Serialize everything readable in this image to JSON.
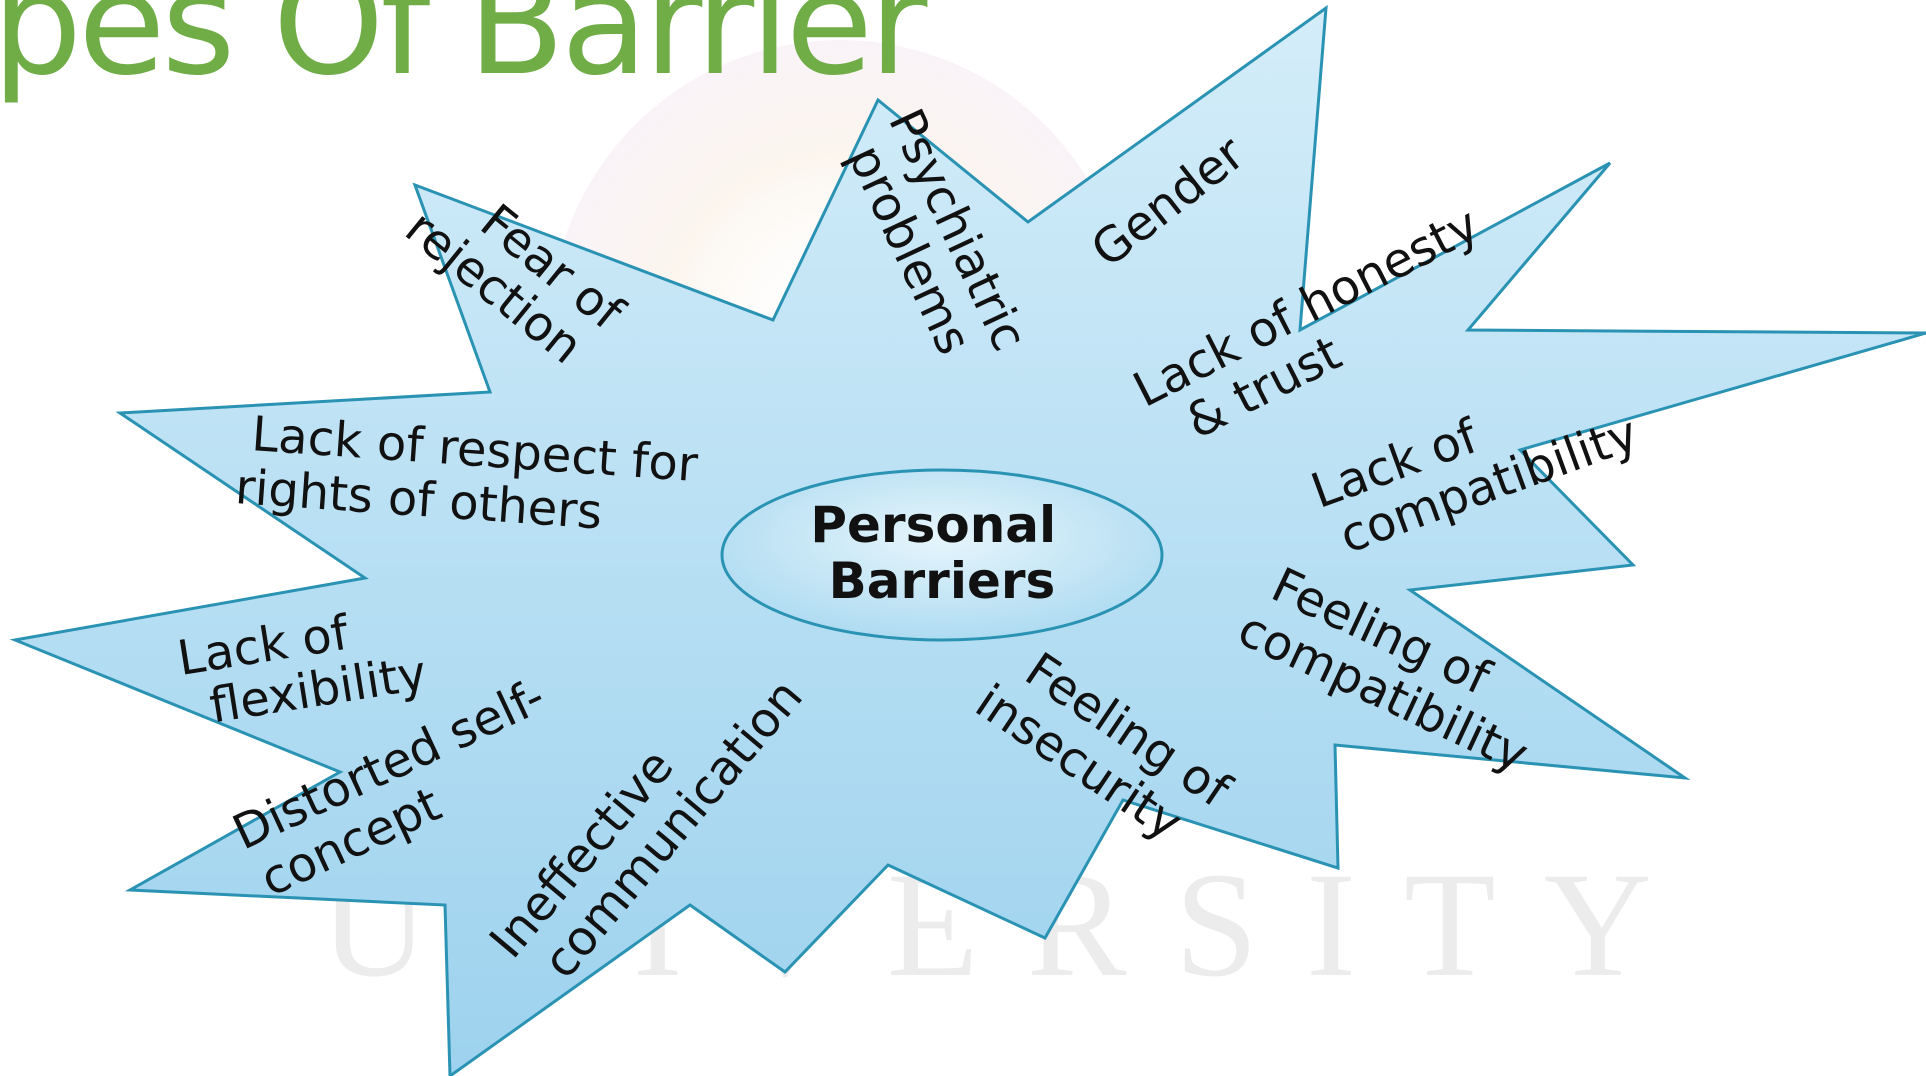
{
  "slide": {
    "title": "pes Of Barrier"
  },
  "colors": {
    "title": "#70ad47",
    "starFillTop": "#d4edf9",
    "starFillBottom": "#9dd2ee",
    "starStroke": "#2a93b3",
    "ellipseFill": "#bfe4f6",
    "ellipseStroke": "#2a93b3"
  },
  "watermark": {
    "icon": "logo-watermark-icon",
    "word": "UNIVERSITY"
  },
  "diagram": {
    "center": {
      "line1": "Personal",
      "line2": "Barriers"
    },
    "barriers": [
      {
        "line1": "Fear of",
        "line2": "rejection"
      },
      {
        "line1": "Psychiatric",
        "line2": "problems"
      },
      {
        "line1": "Gender"
      },
      {
        "line1": "Lack of honesty",
        "line2": "& trust"
      },
      {
        "line1": "Lack of",
        "line2": "compatibility"
      },
      {
        "line1": "Lack of respect for",
        "line2": "rights of others"
      },
      {
        "line1": "Lack of",
        "line2": "flexibility"
      },
      {
        "line1": "Distorted self-",
        "line2": "concept"
      },
      {
        "line1": "Ineffective",
        "line2": "communication"
      },
      {
        "line1": "Feeling of",
        "line2": "insecurity"
      },
      {
        "line1": "Feeling of",
        "line2": "compatibility"
      }
    ]
  }
}
